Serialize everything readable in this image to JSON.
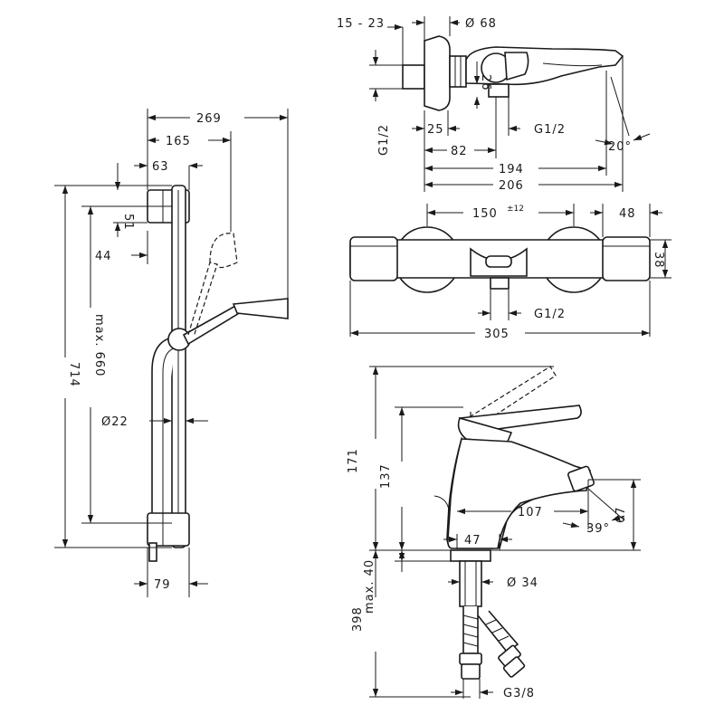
{
  "shower_rail": {
    "dim_269": "269",
    "dim_165": "165",
    "dim_63": "63",
    "dim_51": "51",
    "dim_44": "44",
    "dim_714": "714",
    "dim_max660": "max. 660",
    "dim_d22": "Ø22",
    "dim_79": "79"
  },
  "bath_mixer_side": {
    "dim_15_23": "15 - 23",
    "dim_d68": "Ø 68",
    "dim_26": "26",
    "dim_g12_vertical": "G1/2",
    "dim_25": "25",
    "dim_g12": "G1/2",
    "dim_82": "82",
    "dim_20deg": "20°",
    "dim_194": "194",
    "dim_206": "206"
  },
  "bath_mixer_front": {
    "dim_150": "150",
    "dim_150_tol": "±12",
    "dim_48": "48",
    "dim_38": "38",
    "dim_g12": "G1/2",
    "dim_305": "305"
  },
  "basin_mixer": {
    "dim_171": "171",
    "dim_137": "137",
    "dim_107": "107",
    "dim_47": "47",
    "dim_39deg": "39°",
    "dim_67": "67",
    "dim_d34": "Ø 34",
    "dim_398": "398",
    "dim_max40": "max. 40",
    "dim_g38": "G3/8"
  }
}
